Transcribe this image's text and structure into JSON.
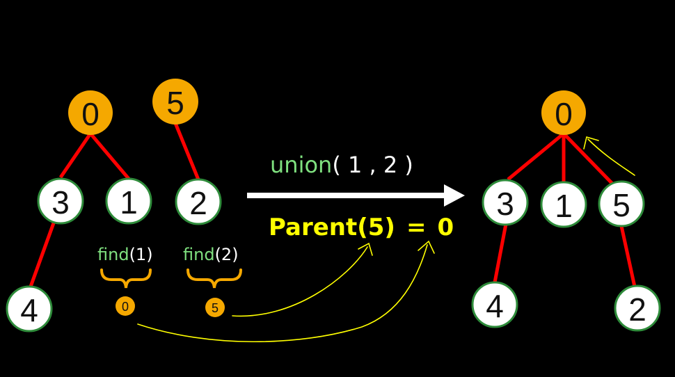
{
  "colors": {
    "background": "#000000",
    "root_fill": "#f5a800",
    "node_fill": "#ffffff",
    "node_stroke": "#2e8b3a",
    "edge": "#ff0000",
    "arrow": "#ffffff",
    "keyword_green": "#7fe07f",
    "highlight_yellow": "#ffff00",
    "brace": "#f5a800"
  },
  "before": {
    "root0": "0",
    "root5": "5",
    "n3": "3",
    "n1": "1",
    "n2": "2",
    "n4": "4"
  },
  "find_calls": {
    "find1": {
      "keyword": "find",
      "arg": "(1)",
      "result": "0"
    },
    "find2": {
      "keyword": "find",
      "arg": "(2)",
      "result": "5"
    }
  },
  "operation": {
    "keyword": "union",
    "args": "( 1 , 2 )",
    "assignment": "Parent(5)",
    "equals": "=",
    "value": "0"
  },
  "after": {
    "root0": "0",
    "n3": "3",
    "n1": "1",
    "n5": "5",
    "n4": "4",
    "n2": "2"
  }
}
